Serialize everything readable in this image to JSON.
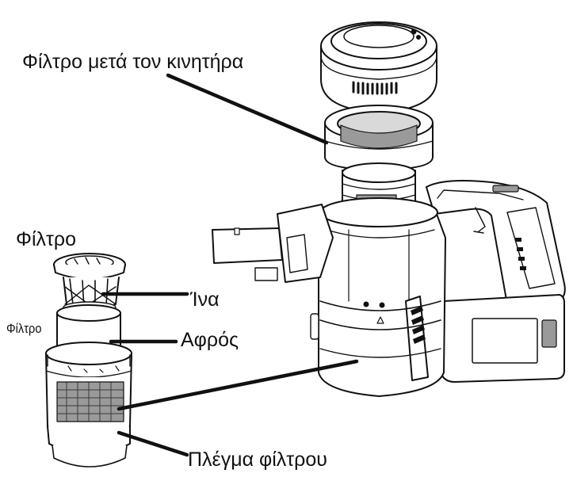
{
  "labels": {
    "after_motor_filter": "Φίλτρο μετά τον κινητήρα",
    "filter_top": "Φίλτρο",
    "fiber": "Ίνα",
    "filter_side": "Φίλτρο",
    "foam": "Αφρός",
    "filter_mesh": "Πλέγμα φίλτρου"
  },
  "colors": {
    "line": "#111111",
    "fill_light": "#ffffff",
    "fill_mid": "#d9d9d9",
    "fill_dark": "#9a9a9a"
  }
}
